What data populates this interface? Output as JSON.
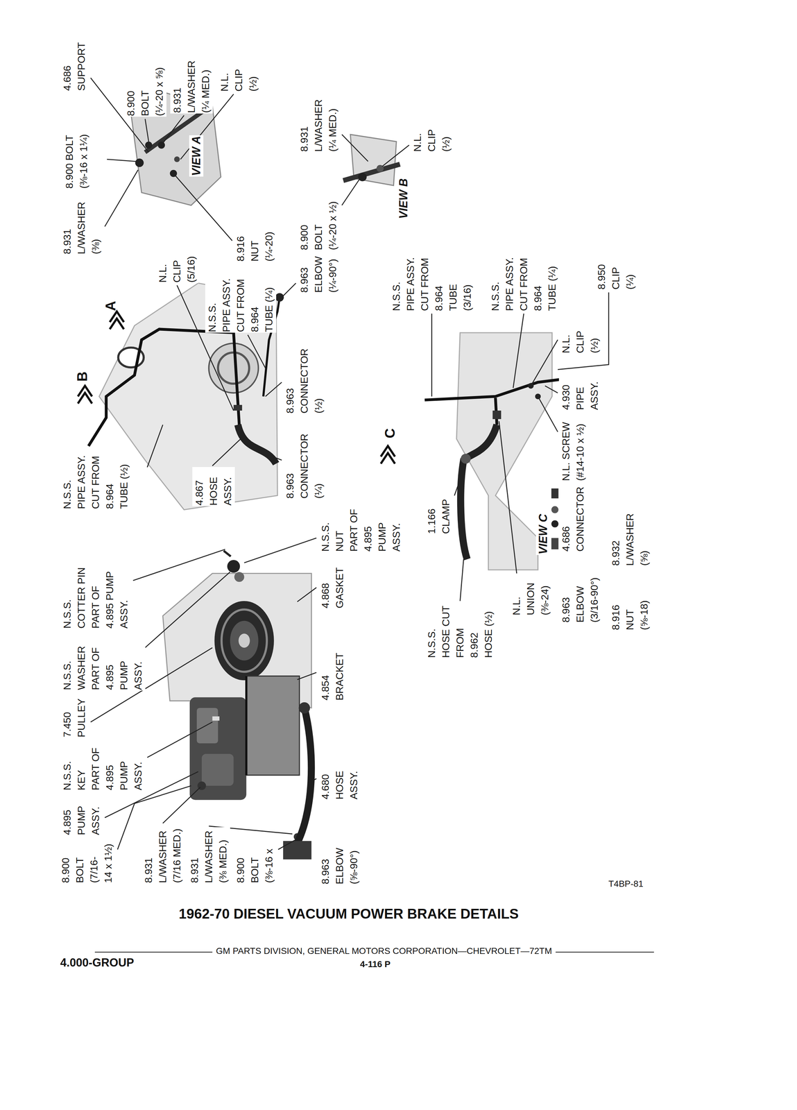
{
  "diagram": {
    "title": "1962-70 DIESEL VACUUM POWER BRAKE DETAILS",
    "labels": [
      "8.900 BOLT (7/16- 14 x 1½)",
      "4.895 PUMP ASSY.",
      "N.S.S. KEY PART OF 4.895 PUMP ASSY.",
      "7.450 PULLEY",
      "N.S.S. WASHER PART OF 4.895 PUMP ASSY.",
      "N.S.S. COTTER PIN PART OF 4.895 PUMP ASSY.",
      "N.S.S. NUT PART OF 4.895 PUMP ASSY.",
      "4.868 GASKET",
      "4.854 BRACKET",
      "4.680 HOSE ASSY.",
      "8.963 ELBOW (⅝-90°)",
      "8.931 L/WASHER (7/16 MED.)",
      "8.931 L/WASHER (⅜ MED.)",
      "8.900 BOLT (⅜-16 x",
      "N.S.S. PIPE ASSY. CUT FROM 8.964 TUBE (½)",
      "4.867 HOSE ASSY.",
      "8.963 CONNECTOR (¼)",
      "8.963 CONNECTOR (½)",
      "N.S.S. PIPE ASSY. CUT FROM 8.964 TUBE (¼)",
      "N.L. CLIP (5/16)",
      "8.963 ELBOW (¼-90°)",
      "B",
      "A",
      "C",
      "8.931 L/WASHER (⅜)",
      "8.900 BOLT (⅜-16 x 1¼)",
      "4.686 SUPPORT",
      "8.900 BOLT (¼-20 x ⅝)",
      "8.931 L/WASHER (¼ MED.)",
      "N.L. CLIP (½)",
      "VIEW A",
      "8.916 NUT (¼-20)",
      "8.900 BOLT (¼-20 x ½)",
      "8.931 L/WASHER (¼ MED.)",
      "N.L. CLIP (½)",
      "VIEW B",
      "N.S.S. HOSE CUT FROM 8.962 HOSE (½)",
      "1.166 CLAMP",
      "N.S.S. PIPE ASSY. CUT FROM 8.964 TUBE (3/16)",
      "N.S.S. PIPE ASSY. CUT FROM 8.964 TUBE (¼)",
      "8.950 CLIP (¼)",
      "N.L. CLIP (½)",
      "4.930 PIPE ASSY.",
      "N.L. SCREW (#14-10 x ½)",
      "4.686 CONNECTOR",
      "VIEW C",
      "N.L. UNION (⅜-24)",
      "8.963 ELBOW (3/16-90°)",
      "8.932 L/WASHER (⅝)",
      "8.916 NUT (⅝-18)",
      "T4BP-81",
      "GM PARTS DIVISION, GENERAL MOTORS CORPORATION—CHEVROLET—72TM",
      "4.000-GROUP",
      "4-116 P"
    ]
  }
}
